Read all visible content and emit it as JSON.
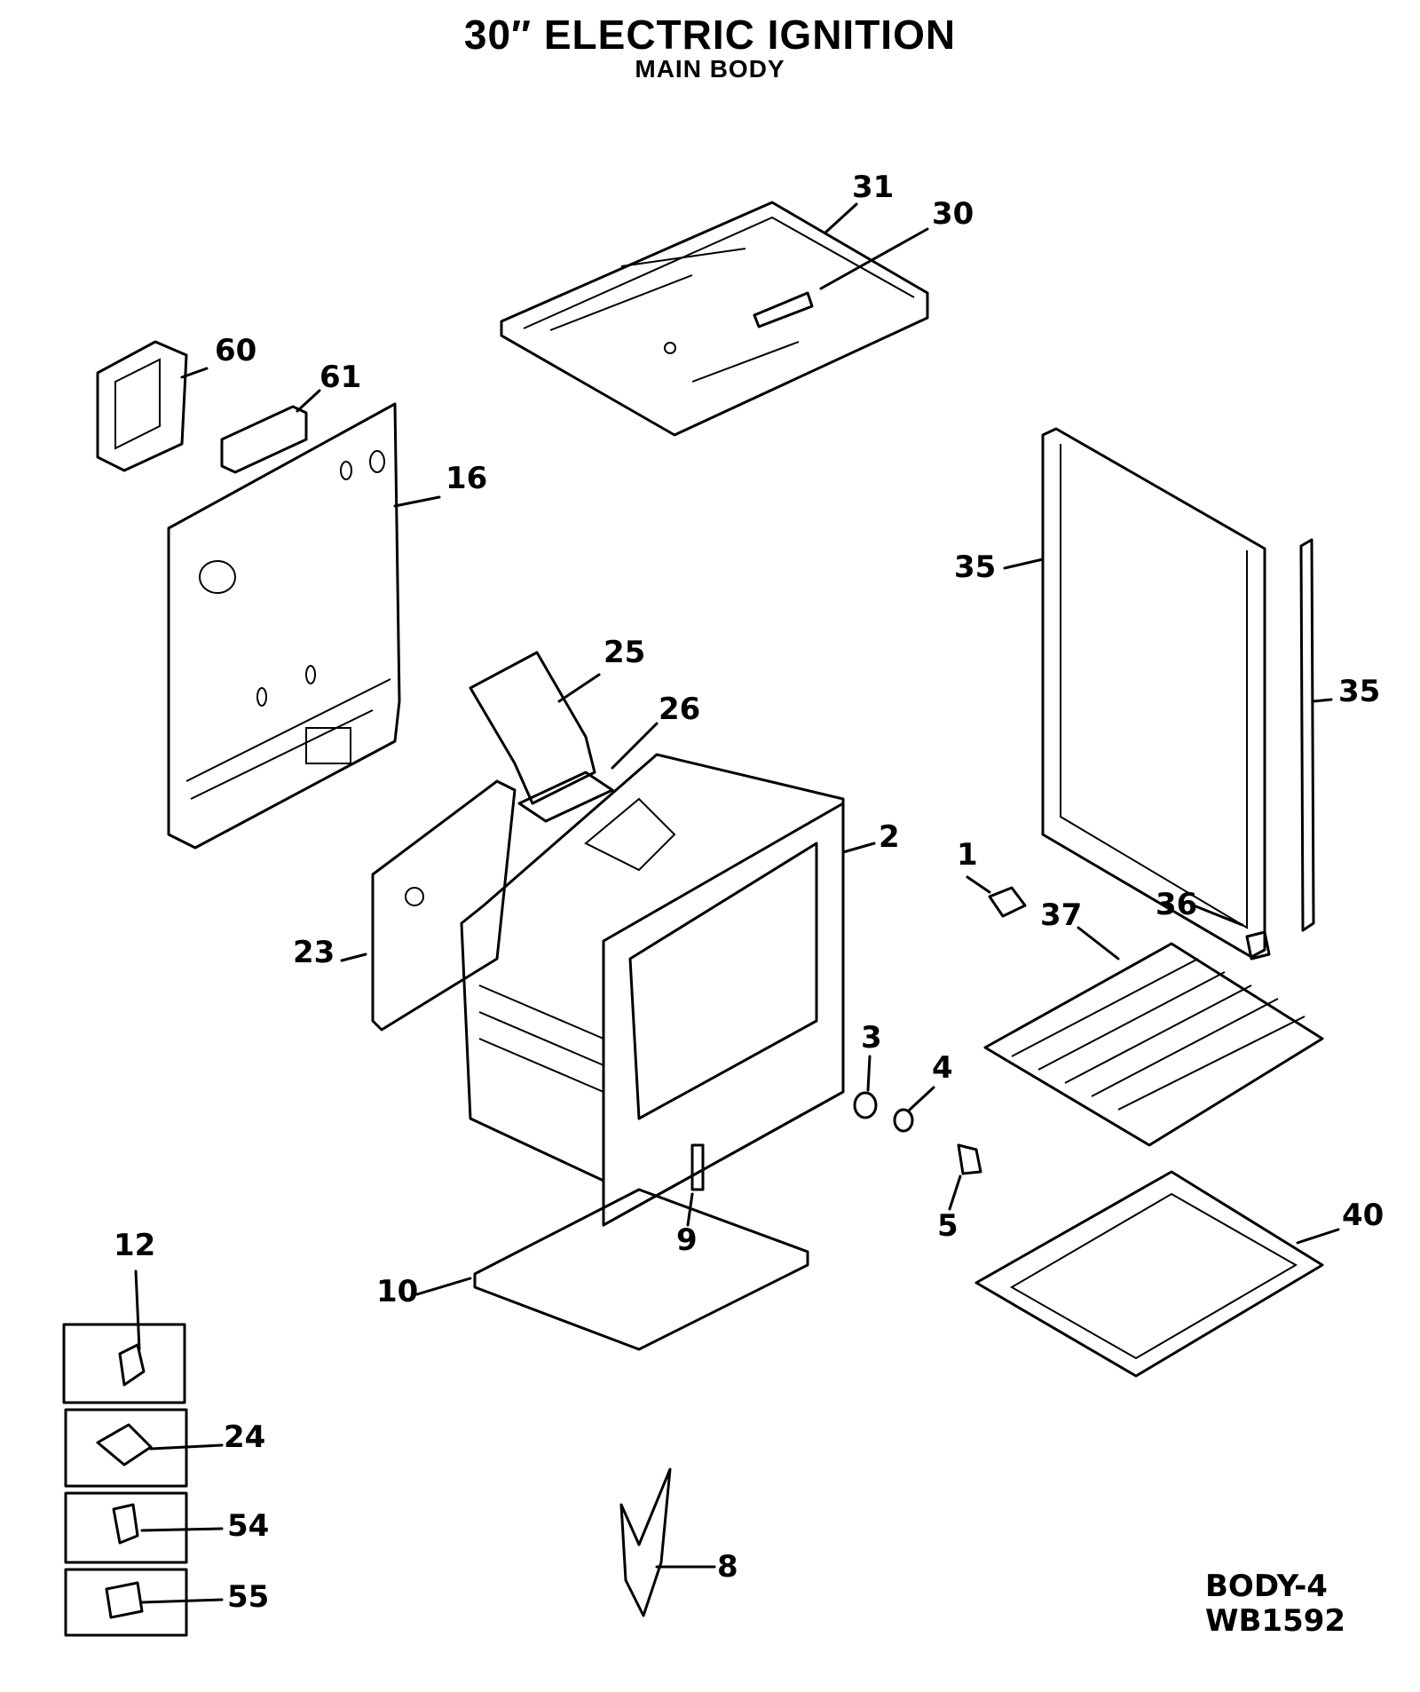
{
  "diagram": {
    "title": "30″ ELECTRIC IGNITION",
    "subtitle": "MAIN BODY",
    "drawing_code": [
      "BODY-4",
      "WB1592"
    ],
    "callouts": [
      "31",
      "30",
      "60",
      "61",
      "16",
      "35",
      "35",
      "25",
      "26",
      "1",
      "2",
      "23",
      "36",
      "37",
      "3",
      "4",
      "5",
      "9",
      "40",
      "12",
      "10",
      "24",
      "54",
      "55",
      "8"
    ]
  }
}
